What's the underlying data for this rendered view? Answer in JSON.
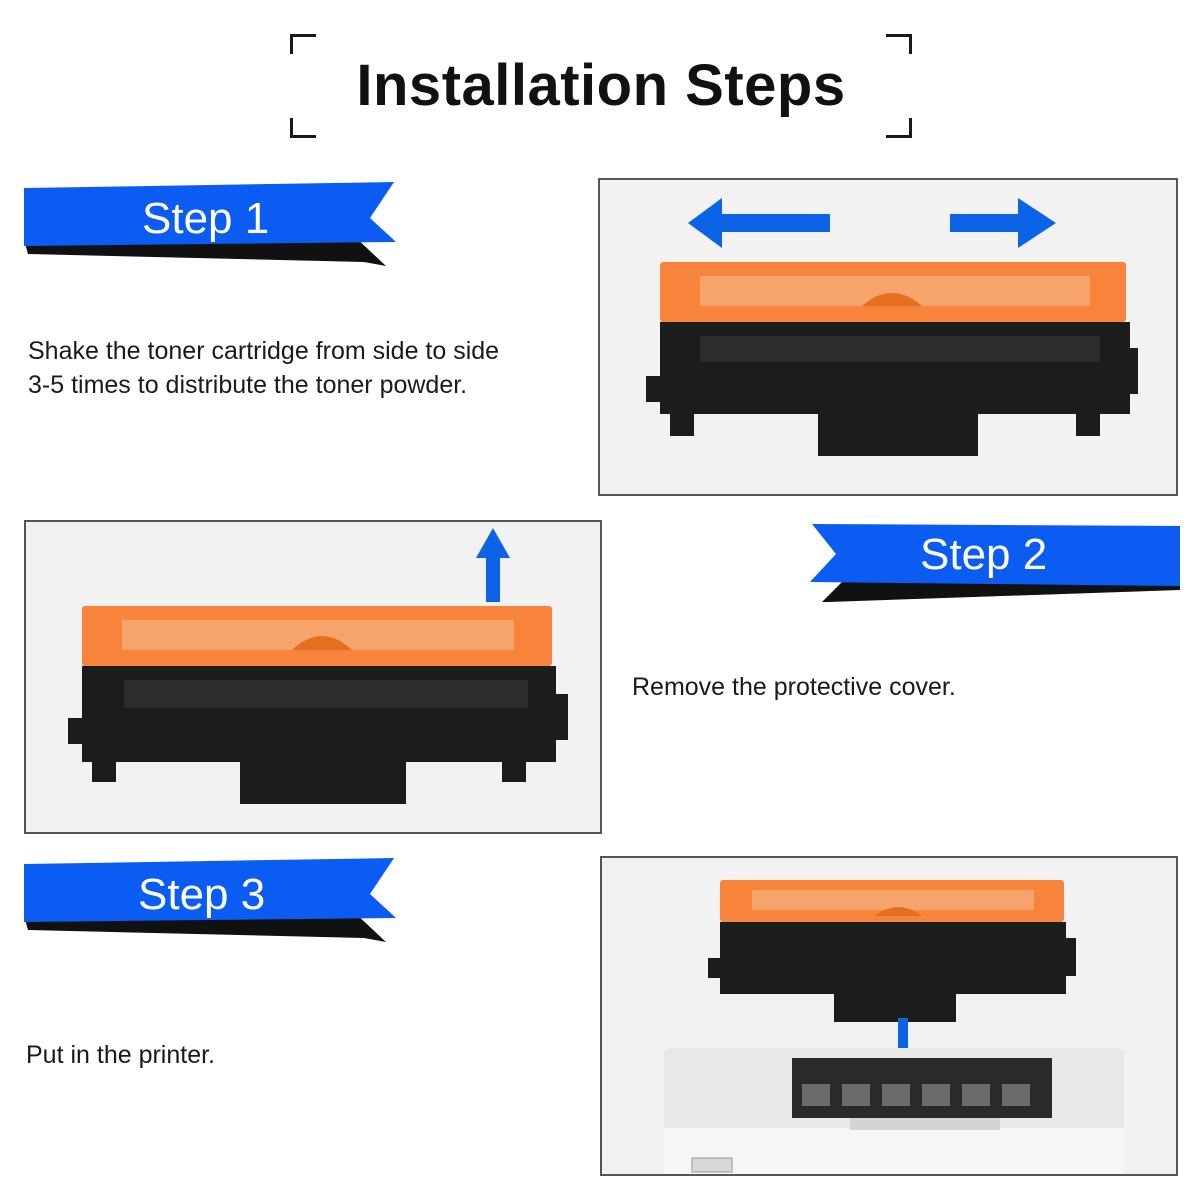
{
  "title": "Installation Steps",
  "colors": {
    "ribbon_blue": "#0a5cf2",
    "arrow_blue": "#0b63e6",
    "toner_orange": "#f8843c",
    "toner_black": "#1c1c1c"
  },
  "steps": [
    {
      "label": "Step 1",
      "description_lines": [
        "Shake the toner cartridge from side to side",
        "3-5 times to distribute the toner powder."
      ],
      "illustration": "toner-cartridge-shake-left-right"
    },
    {
      "label": "Step 2",
      "description_lines": [
        "Remove the protective cover."
      ],
      "illustration": "toner-cartridge-remove-cover-up"
    },
    {
      "label": "Step 3",
      "description_lines": [
        "Put in the printer."
      ],
      "illustration": "toner-cartridge-insert-into-printer"
    }
  ]
}
